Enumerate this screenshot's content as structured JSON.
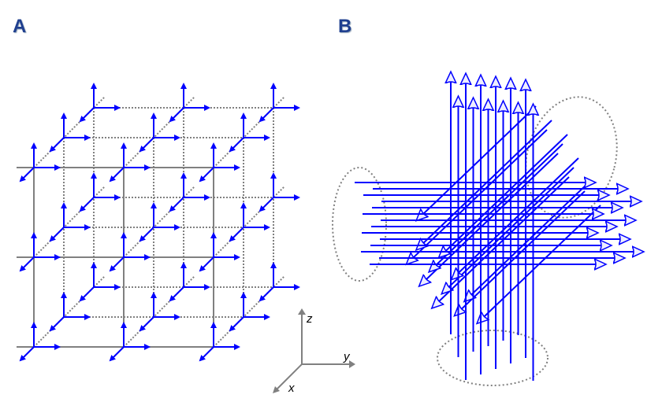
{
  "panels": {
    "a_label": "A",
    "b_label": "B"
  },
  "axes": {
    "x": "x",
    "y": "y",
    "z": "z"
  },
  "colors": {
    "arrow": "#0000ff",
    "grid": "#808080",
    "label": "#1f3f8f"
  },
  "lattice": {
    "nodes_per_axis": 3
  }
}
